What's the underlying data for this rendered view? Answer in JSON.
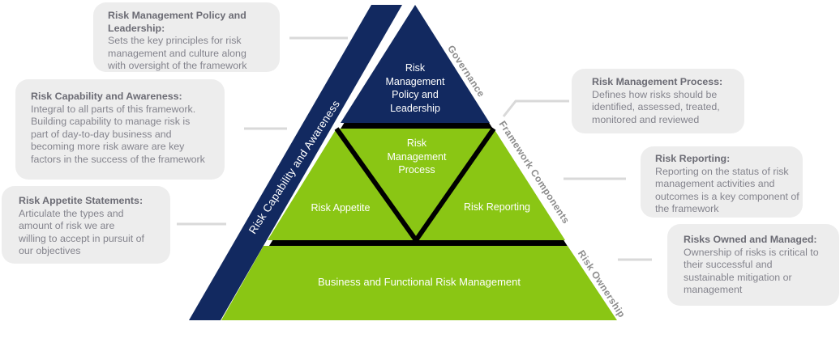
{
  "colors": {
    "navy": "#122960",
    "green": "#8AC614",
    "callout_bg": "#EDEDED",
    "connector": "#D9D9D9",
    "title_text": "#6B6B74",
    "body_text": "#84848D",
    "side_label": "#8C8C8C"
  },
  "pyramid": {
    "tier_labels": {
      "governance_tier": {
        "lines": [
          "Risk",
          "Management",
          "Policy and",
          "Leadership"
        ]
      },
      "process_tier": {
        "lines": [
          "Risk",
          "Management",
          "Process"
        ]
      },
      "appetite_tier": "Risk Appetite",
      "reporting_tier": "Risk Reporting",
      "business_tier": "Business and Functional Risk Management"
    },
    "edge_labels": {
      "capability_stripe": "Risk Capability and Awareness",
      "governance": "Governance",
      "components": "Framework Components",
      "ownership": "Risk Ownership"
    }
  },
  "callouts": {
    "policy": {
      "title_lines": [
        "Risk Management Policy and",
        "Leadership:"
      ],
      "body_lines": [
        "Sets the key principles for risk",
        "management and culture along",
        "with oversight of the framework"
      ]
    },
    "capability": {
      "title_lines": [
        "Risk Capability and Awareness:"
      ],
      "body_lines": [
        "Integral to all parts of this framework.",
        "Building capability to manage risk is",
        "part of day-to-day business and",
        "becoming more risk aware are key",
        "factors in the success of the framework"
      ]
    },
    "appetite": {
      "title_lines": [
        "Risk Appetite Statements:"
      ],
      "body_lines": [
        "Articulate the types and",
        "amount of risk we are",
        "willing to accept in pursuit of",
        "our objectives"
      ]
    },
    "process": {
      "title_lines": [
        "Risk Management Process:"
      ],
      "body_lines": [
        "Defines how risks should be",
        "identified, assessed, treated,",
        "monitored and reviewed"
      ]
    },
    "reporting": {
      "title_lines": [
        "Risk Reporting:"
      ],
      "body_lines": [
        "Reporting on the status of risk",
        "management activities and",
        "outcomes is a key component of",
        "the framework"
      ]
    },
    "owned": {
      "title_lines": [
        "Risks Owned and Managed:"
      ],
      "body_lines": [
        "Ownership of risks is critical to",
        "their successful and",
        "sustainable mitigation or",
        "management"
      ]
    }
  }
}
